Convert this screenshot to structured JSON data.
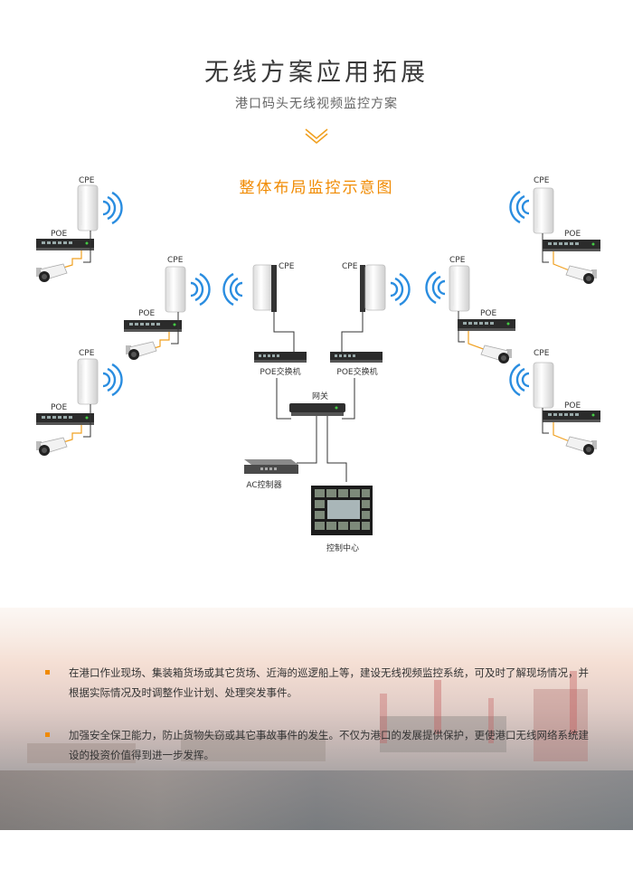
{
  "header": {
    "title": "无线方案应用拓展",
    "subtitle": "港口码头无线视频监控方案"
  },
  "diagram": {
    "title": "整体布局监控示意图",
    "cpe_label": "CPE",
    "poe_label": "POE",
    "poe_switch_label": "POE交换机",
    "gateway_label": "网关",
    "ac_controller_label": "AC控制器",
    "control_center_label": "控制中心",
    "colors": {
      "accent": "#f08a00",
      "wifi": "#2a8de0",
      "cable_orange": "#f0a020"
    }
  },
  "bullets": [
    "在港口作业现场、集装箱货场或其它货场、近海的巡逻船上等，建设无线视频监控系统，可及时了解现场情况，并根据实际情况及时调整作业计划、处理突发事件。",
    "加强安全保卫能力，防止货物失窃或其它事故事件的发生。不仅为港口的发展提供保护，更使港口无线网络系统建设的投资价值得到进一步发挥。"
  ]
}
